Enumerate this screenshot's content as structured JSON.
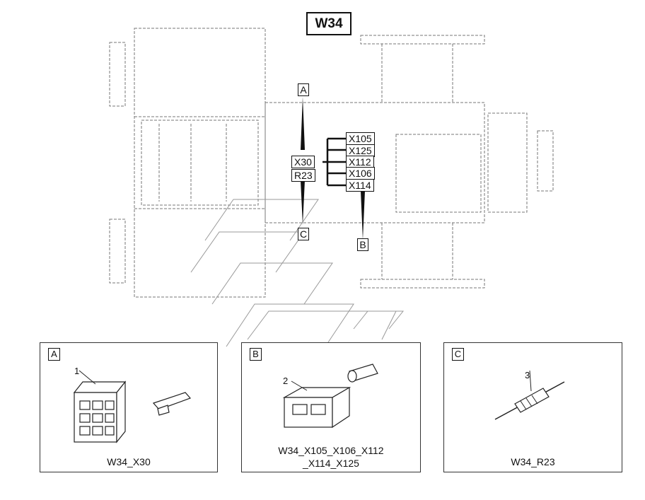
{
  "title": "W34",
  "harness_labels": {
    "x30": "X30",
    "r23": "R23",
    "x105": "X105",
    "x125": "X125",
    "x112": "X112",
    "x106": "X106",
    "x114": "X114"
  },
  "callouts": {
    "a": "A",
    "b": "B",
    "c": "C"
  },
  "panels": [
    {
      "tag": "A",
      "item": "1",
      "caption": "W34_X30"
    },
    {
      "tag": "B",
      "item": "2",
      "caption_line1": "W34_X105_X106_X112",
      "caption_line2": "_X114_X125"
    },
    {
      "tag": "C",
      "item": "3",
      "caption": "W34_R23"
    }
  ]
}
